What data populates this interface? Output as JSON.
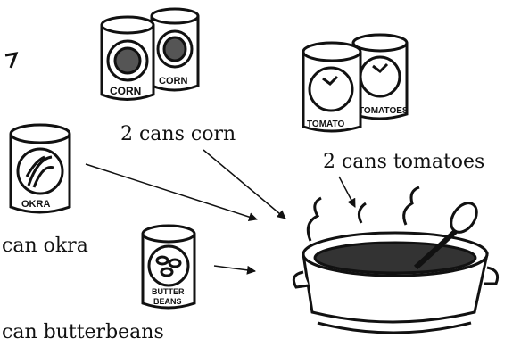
{
  "captions": {
    "corn": "2 cans corn",
    "tomatoes": "2 cans tomatoes",
    "okra": "can okra",
    "butterbeans": "can butterbeans"
  },
  "can_labels": {
    "corn_1": "CORN",
    "corn_2": "CORN",
    "tomato_1": "TOMATO",
    "tomato_2": "TOMATOES",
    "okra": "OKRA",
    "butter": "BUTTER",
    "beans": "BEANS"
  },
  "colors": {
    "ink": "#111111",
    "paper": "#ffffff"
  },
  "icons": [
    "corn-can-icon",
    "tomato-can-icon",
    "okra-can-icon",
    "butterbeans-can-icon",
    "stew-pot-icon"
  ]
}
